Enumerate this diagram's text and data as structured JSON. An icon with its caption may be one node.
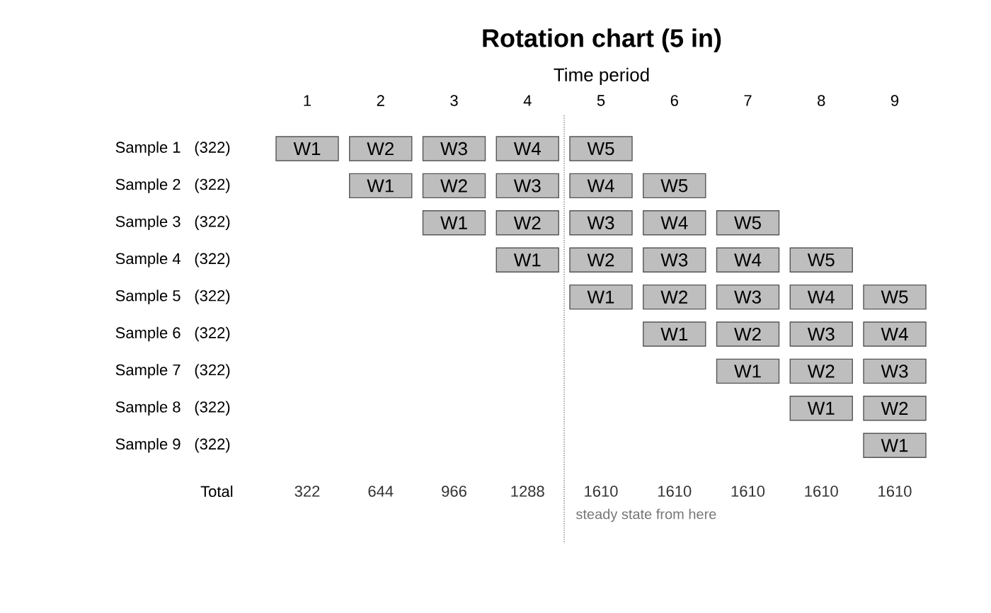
{
  "diagram": {
    "title": "Rotation chart (5 in)",
    "nodes": [
      {
        "text": [
          "W1"
        ]
      },
      {
        "text": [
          "W2"
        ]
      },
      {
        "text": [
          "W3"
        ]
      },
      {
        "text": [
          "W4"
        ]
      },
      {
        "text": [
          "W5"
        ]
      },
      {
        "text": [
          "W1"
        ]
      },
      {
        "text": [
          "W2"
        ]
      },
      {
        "text": [
          "W3"
        ]
      },
      {
        "text": [
          "W4"
        ]
      },
      {
        "text": [
          "W5"
        ]
      },
      {
        "text": [
          "W1"
        ]
      },
      {
        "text": [
          "W2"
        ]
      },
      {
        "text": [
          "W3"
        ]
      },
      {
        "text": [
          "W4"
        ]
      },
      {
        "text": [
          "W5"
        ]
      },
      {
        "text": [
          "W1"
        ]
      },
      {
        "text": [
          "W2"
        ]
      },
      {
        "text": [
          "W3"
        ]
      },
      {
        "text": [
          "W4"
        ]
      },
      {
        "text": [
          "W5"
        ]
      },
      {
        "text": [
          "W1"
        ]
      },
      {
        "text": [
          "W2"
        ]
      },
      {
        "text": [
          "W3"
        ]
      },
      {
        "text": [
          "W4"
        ]
      },
      {
        "text": [
          "W5"
        ]
      },
      {
        "text": [
          "W1"
        ]
      },
      {
        "text": [
          "W2"
        ]
      },
      {
        "text": [
          "W3"
        ]
      },
      {
        "text": [
          "W4"
        ]
      },
      {
        "text": [
          "W1"
        ]
      },
      {
        "text": [
          "W2"
        ]
      },
      {
        "text": [
          "W3"
        ]
      },
      {
        "text": [
          "W1"
        ]
      },
      {
        "text": [
          "W2"
        ]
      },
      {
        "text": [
          "W1"
        ]
      }
    ],
    "labels": [
      "Time period",
      "1",
      "2",
      "3",
      "4",
      "5",
      "6",
      "7",
      "8",
      "9",
      "Sample 1",
      "(322)",
      "Sample 2",
      "(322)",
      "Sample 3",
      "(322)",
      "Sample 4",
      "(322)",
      "Sample 5",
      "(322)",
      "Sample 6",
      "(322)",
      "Sample 7",
      "(322)",
      "Sample 8",
      "(322)",
      "Sample 9",
      "(322)",
      "Total",
      "322",
      "644",
      "966",
      "1288",
      "1610",
      "1610",
      "1610",
      "1610",
      "1610",
      "steady state from here"
    ]
  }
}
